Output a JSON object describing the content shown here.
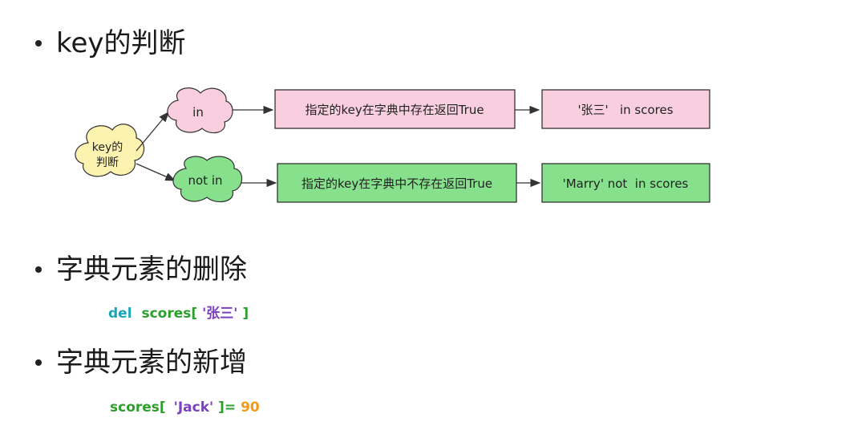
{
  "headings": {
    "key_check": "key的判断",
    "delete": "字典元素的删除",
    "add": "字典元素的新增"
  },
  "diagram": {
    "root_line1": "key的",
    "root_line2": "判断",
    "branch_in": "in",
    "branch_not_in": "not in",
    "in_result": "指定的key在字典中存在返回True",
    "not_in_result": "指定的key在字典中不存在返回True",
    "in_example": "'张三'   in scores",
    "not_in_example": "'Marry' not  in scores"
  },
  "code_delete": {
    "keyword": "del",
    "name": "scores[",
    "key": "'张三'",
    "close": "]"
  },
  "code_add": {
    "name": "scores[",
    "key": "'Jack'",
    "assign": "]=",
    "value": "90"
  },
  "colors": {
    "pink_fill": "#f9cfe0",
    "green_fill": "#86e08c",
    "yellow_fill": "#fdf3b0",
    "keyword_teal": "#1aa6b7",
    "name_green": "#2e9e2e",
    "string_purple": "#7a3fc2",
    "number_orange": "#f29a1a"
  }
}
